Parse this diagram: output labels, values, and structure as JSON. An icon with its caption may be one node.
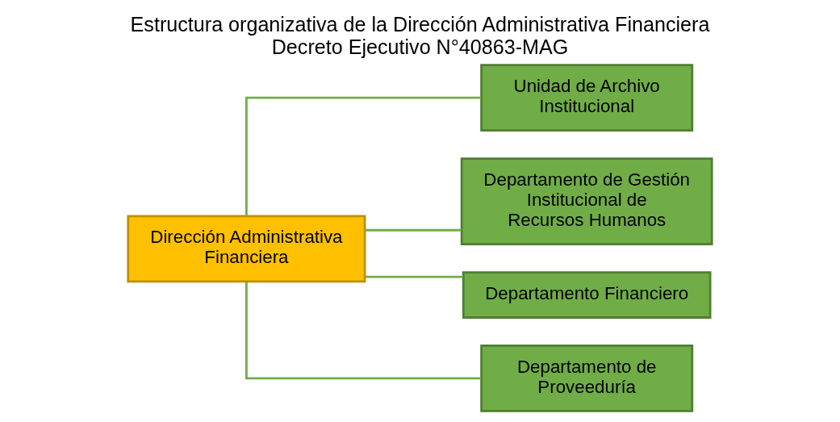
{
  "diagram": {
    "title": "Estructura organizativa de la Dirección Administrativa Financiera Decreto Ejecutivo N°40863-MAG",
    "nodes": [
      {
        "text": [
          "Dirección Administrativa Financiera"
        ]
      },
      {
        "text": [
          "Unidad de Archivo Institucional"
        ]
      },
      {
        "text": [
          "Departamento de Gestión Institucional de Recursos Humanos"
        ]
      },
      {
        "text": [
          "Departamento Financiero"
        ]
      },
      {
        "text": [
          "Departamento de Proveeduría"
        ]
      }
    ],
    "edges": [
      {
        "from": 0,
        "to": 1,
        "arrow": "none"
      },
      {
        "from": 0,
        "to": 2,
        "arrow": "none"
      },
      {
        "from": 0,
        "to": 3,
        "arrow": "none"
      },
      {
        "from": 0,
        "to": 4,
        "arrow": "none"
      }
    ]
  }
}
